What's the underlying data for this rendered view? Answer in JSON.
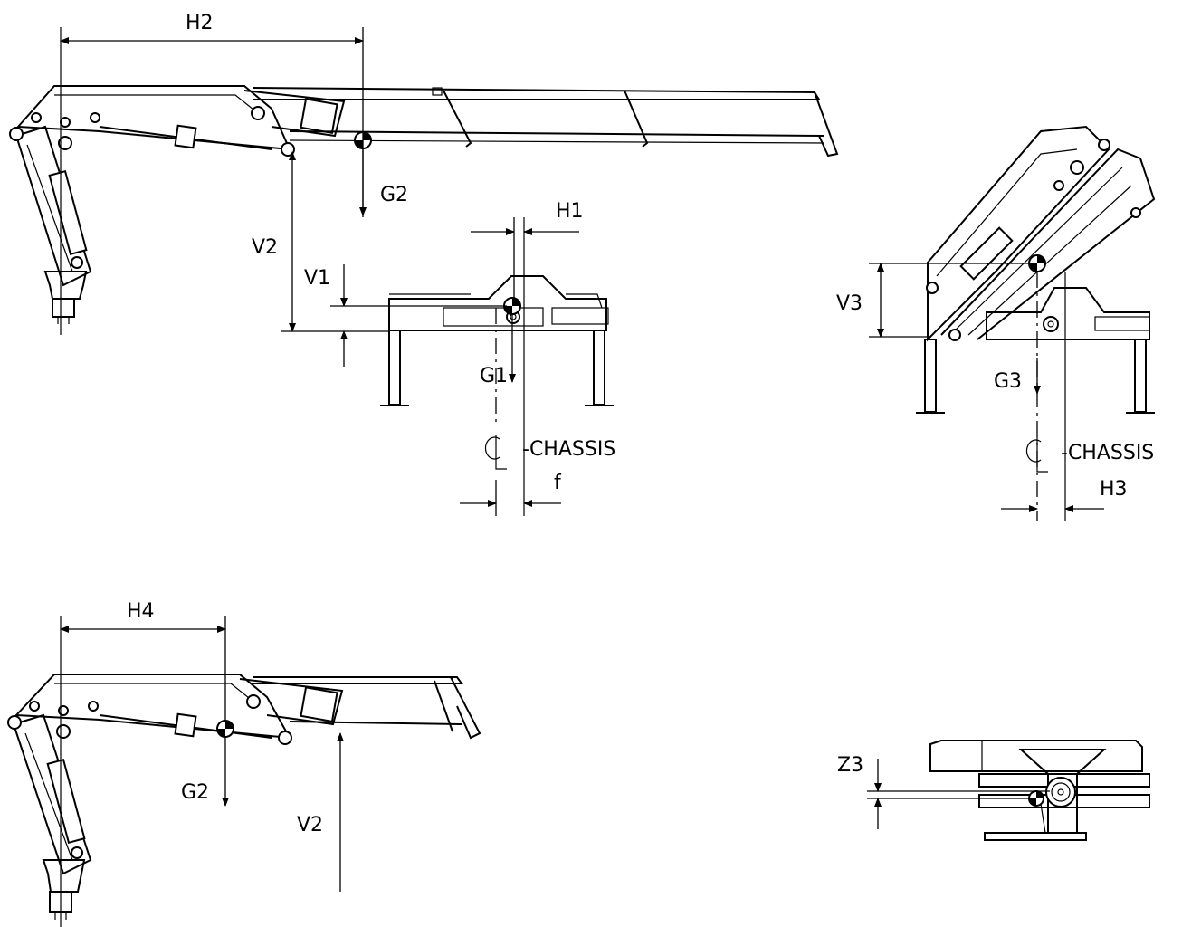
{
  "labels": {
    "h1": "H1",
    "h2": "H2",
    "h3": "H3",
    "h4": "H4",
    "v1": "V1",
    "v2_top": "V2",
    "v2_bottom": "V2",
    "v3": "V3",
    "g1": "G1",
    "g2_top": "G2",
    "g2_bottom": "G2",
    "g3": "G3",
    "z3": "Z3",
    "f": "f",
    "chassis_1": "-CHASSIS",
    "chassis_2": "-CHASSIS"
  }
}
